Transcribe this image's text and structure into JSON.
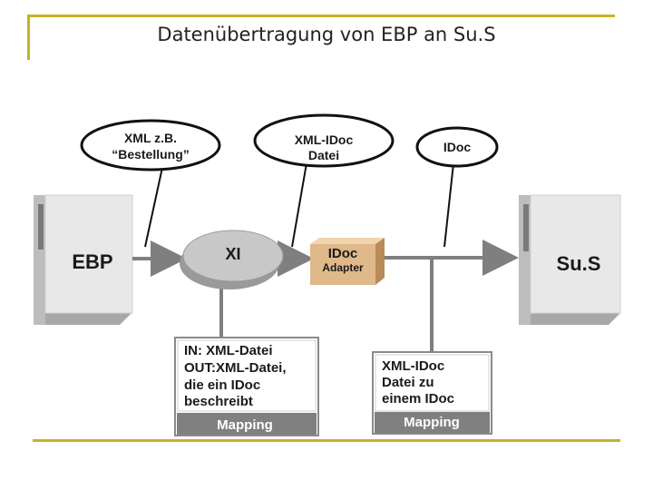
{
  "title": "Datenübertragung von EBP an Su.S",
  "colors": {
    "frame": "#c8b225",
    "server": "#e6e6e6",
    "arrow": "#7f7f7f",
    "adapter": "#e0b98a",
    "mapping_bar": "#808080"
  },
  "diagram": {
    "ebp_label": "EBP",
    "sus_label": "Su.S",
    "xi_label": "XI",
    "adapter": {
      "line1": "IDoc",
      "line2": "Adapter"
    },
    "bubbles": {
      "xml_example": {
        "line1": "XML z.B.",
        "line2": "“Bestellung”"
      },
      "xml_idoc": {
        "line1": "XML-IDoc",
        "line2": "Datei"
      },
      "idoc": {
        "line1": "IDoc"
      }
    },
    "mapping_left": {
      "line1": "IN:   XML-Datei",
      "line2": "OUT:XML-Datei,",
      "line3": "die ein IDoc",
      "line4": "beschreibt",
      "footer": "Mapping"
    },
    "mapping_right": {
      "line1": "XML-IDoc",
      "line2": "Datei zu",
      "line3": "einem IDoc",
      "footer": "Mapping"
    }
  }
}
